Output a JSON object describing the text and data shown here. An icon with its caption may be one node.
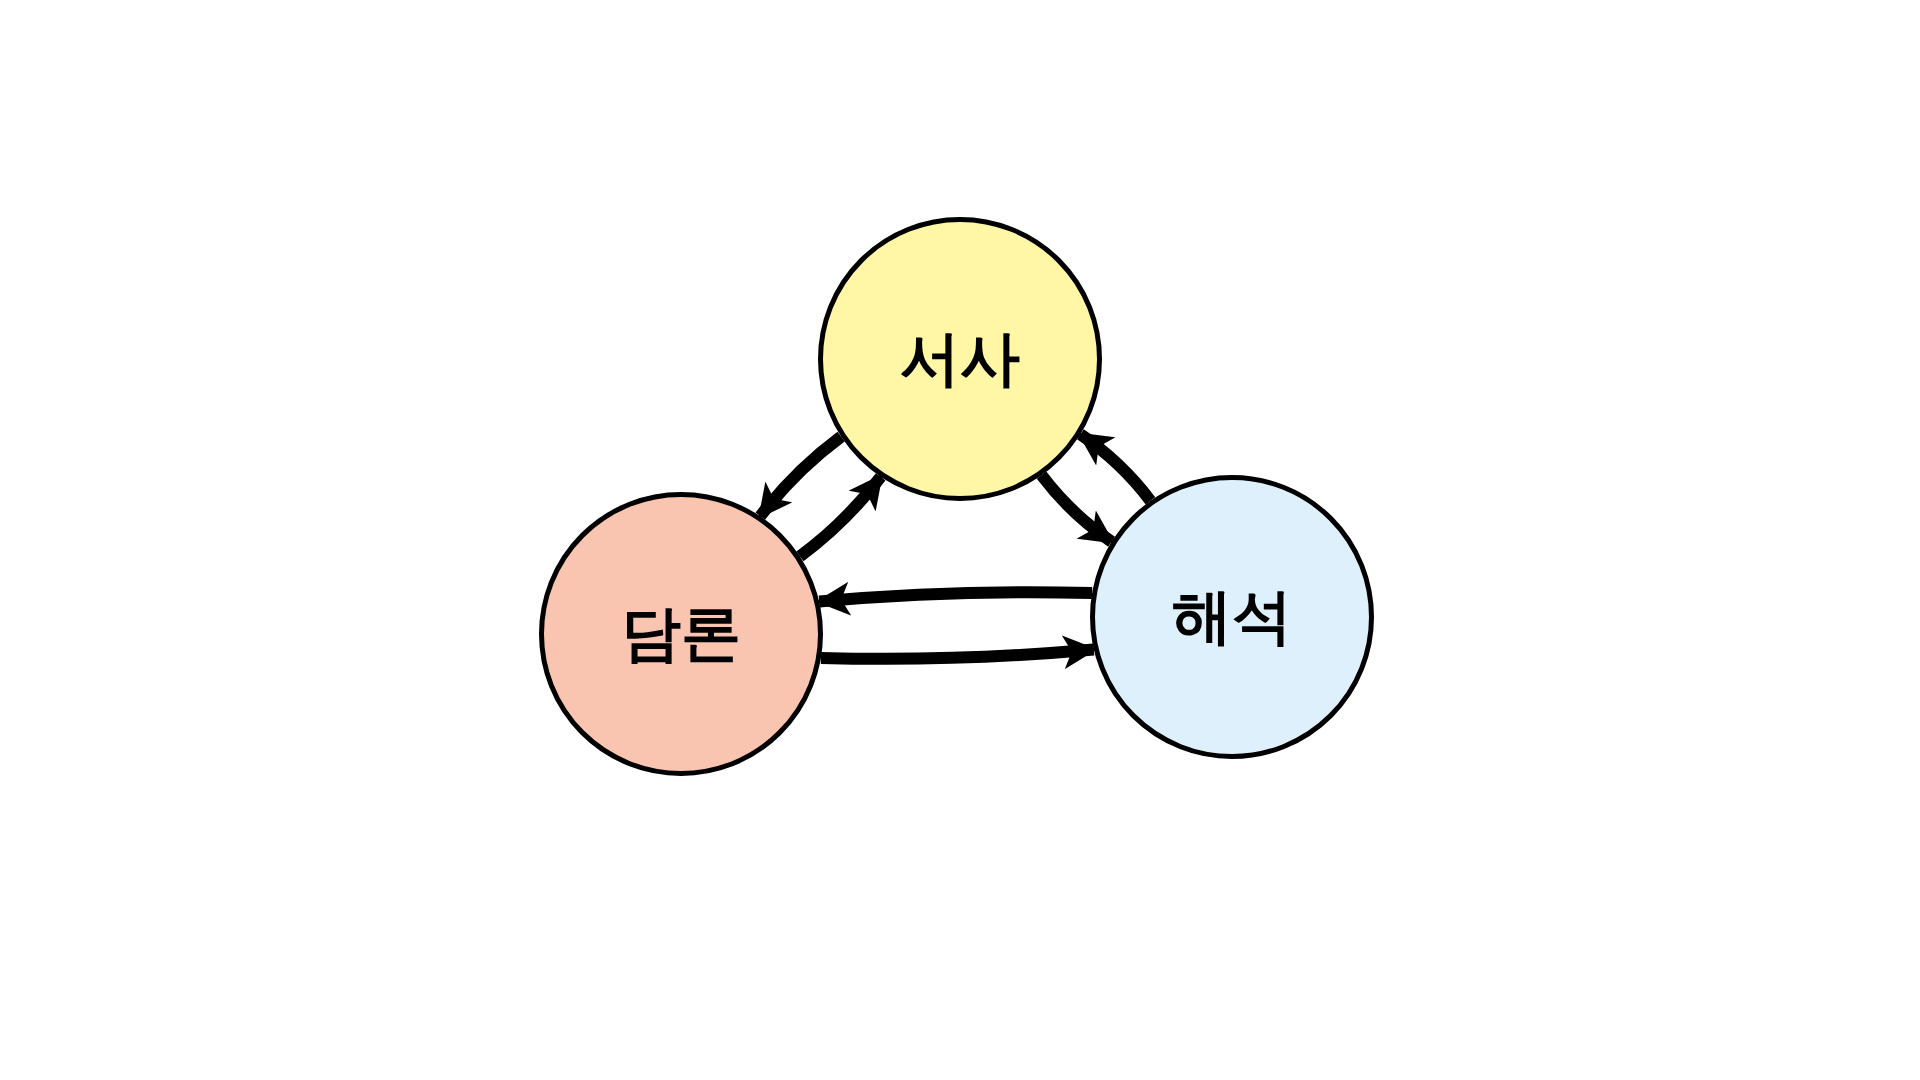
{
  "diagram": {
    "nodes": [
      {
        "text": [
          "서사"
        ]
      },
      {
        "text": [
          "담론"
        ]
      },
      {
        "text": [
          "해석"
        ]
      }
    ],
    "edges": [
      {
        "from": 1,
        "to": 0,
        "arrow": "to"
      },
      {
        "from": 0,
        "to": 1,
        "arrow": "to"
      },
      {
        "from": 0,
        "to": 2,
        "arrow": "to"
      },
      {
        "from": 2,
        "to": 0,
        "arrow": "to"
      },
      {
        "from": 1,
        "to": 2,
        "arrow": "to"
      },
      {
        "from": 2,
        "to": 1,
        "arrow": "to"
      }
    ]
  }
}
